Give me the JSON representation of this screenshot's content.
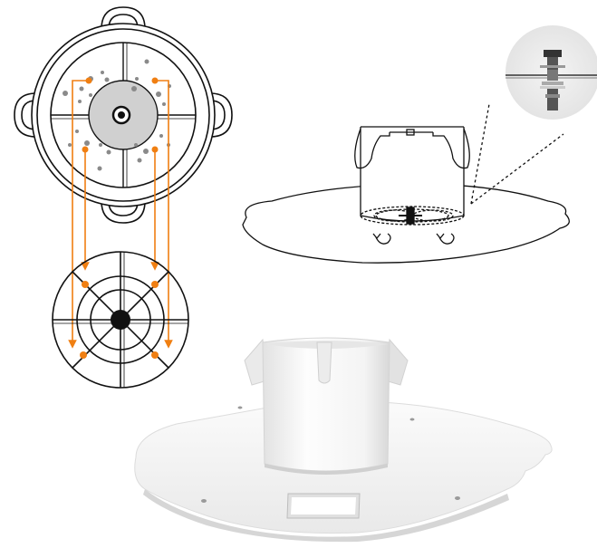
{
  "diagram": {
    "panels": [
      {
        "name": "base-top-view",
        "description_shown": false
      },
      {
        "name": "mount-plate-top-view",
        "description_shown": false
      },
      {
        "name": "cylinder-on-base-side-view",
        "description_shown": false
      },
      {
        "name": "bolt-detail-callout",
        "description_shown": false
      },
      {
        "name": "rendered-stand",
        "description_shown": false
      }
    ],
    "colors": {
      "accent": "#F07F12",
      "line": "#111111",
      "light_fill": "#d8d8d8",
      "dot_gray": "#8a8a8a",
      "render_light": "#f2f2f2",
      "render_shadow": "#cfcfcf"
    },
    "icons": [
      "rotate-arrow-icon",
      "bolt-icon",
      "arrow-down-icon"
    ]
  }
}
